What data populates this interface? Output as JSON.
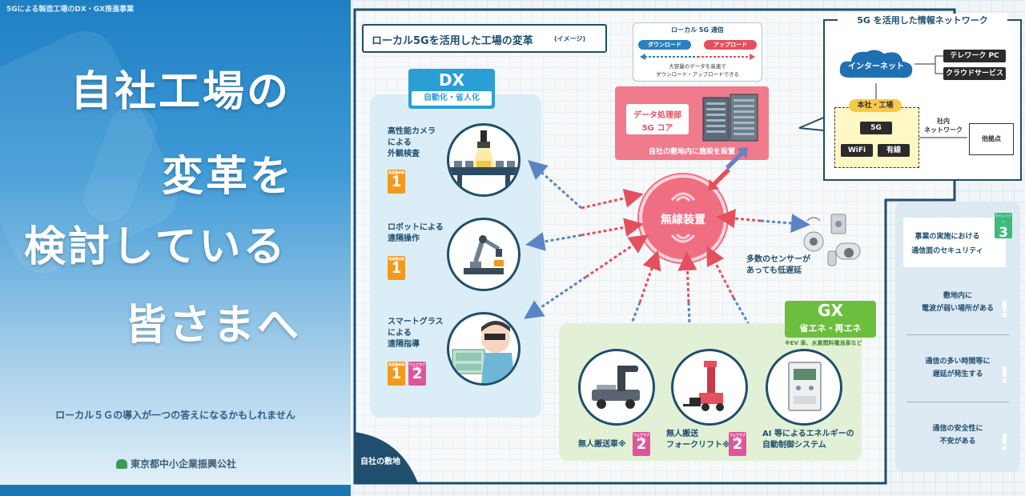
{
  "cover": {
    "subtitle": "5Gによる製造工場のDX・GX推進事業",
    "lines": [
      "自社工場の",
      "変革を",
      "検討している",
      "皆さまへ"
    ],
    "tagline": "ローカル５Ｇの導入が一つの答えになるかもしれません",
    "org": "東京都中小企業振興公社"
  },
  "diagram": {
    "title": "ローカル5Gを活用した工場の変革",
    "title_note": "(イメージ)",
    "site_label": "自社の敷地",
    "comm": {
      "title": "ローカル 5G 通信",
      "download": "ダウンロード",
      "upload": "アップロード",
      "note1": "大容量のデータを高速で",
      "note2": "ダウンロード・アップロードできる"
    },
    "core": {
      "line1": "データ処理部",
      "line2": "5G コア",
      "caption": "自社の敷地内に施設を設置"
    },
    "wireless": "無線装置",
    "sensors": {
      "line1": "多数のセンサーが",
      "line2": "あっても低遅延"
    },
    "dx": {
      "badge": "DX",
      "subtitle": "自動化・省人化",
      "items": [
        {
          "lines": [
            "高性能カメラ",
            "による",
            "外観検査"
          ],
          "badges": [
            "1"
          ]
        },
        {
          "lines": [
            "ロボットによる",
            "遠隔操作"
          ],
          "badges": [
            "1"
          ]
        },
        {
          "lines": [
            "スマートグラス",
            "による",
            "遠隔指導"
          ],
          "badges": [
            "1",
            "2"
          ]
        }
      ]
    },
    "gx": {
      "badge": "GX",
      "subtitle": "省エネ・再エネ",
      "note": "※EV 車、水素燃料電池車など",
      "items": [
        {
          "lines": [
            "無人搬送車※"
          ],
          "badge": "2"
        },
        {
          "lines": [
            "無人搬送",
            "フォークリフト※"
          ],
          "badge": "2"
        },
        {
          "lines": [
            "AI 等によるエネルギーの",
            "自動制御システム"
          ]
        }
      ]
    },
    "network": {
      "title": "5G を活用した情報ネットワーク",
      "internet": "インターネット",
      "telework": "テレワーク PC",
      "cloud": "クラウドサービス",
      "hq": "本社・工場",
      "g5": "5G",
      "wifi": "WiFi",
      "wired": "有線",
      "lan1": "社内",
      "lan2": "ネットワーク",
      "other": "他拠点"
    },
    "security": {
      "badge_label": "セキュリティ",
      "badge_num": "3",
      "title1": "事業の実施における",
      "title2": "通信面のセキュリティ",
      "items": [
        [
          "敷地内に",
          "電波が弱い場所がある"
        ],
        [
          "通信の多い時間等に",
          "遅延が発生する"
        ],
        [
          "通信の安全性に",
          "不安がある"
        ]
      ]
    }
  },
  "colors": {
    "dark_navy": "#1f4e6e",
    "dx_blue": "#2a9fd6",
    "gx_green": "#6cbf3e",
    "wireless_pink": "#ef6e82",
    "badge_orange": "#f39a1e",
    "badge_pink": "#e0559a"
  }
}
